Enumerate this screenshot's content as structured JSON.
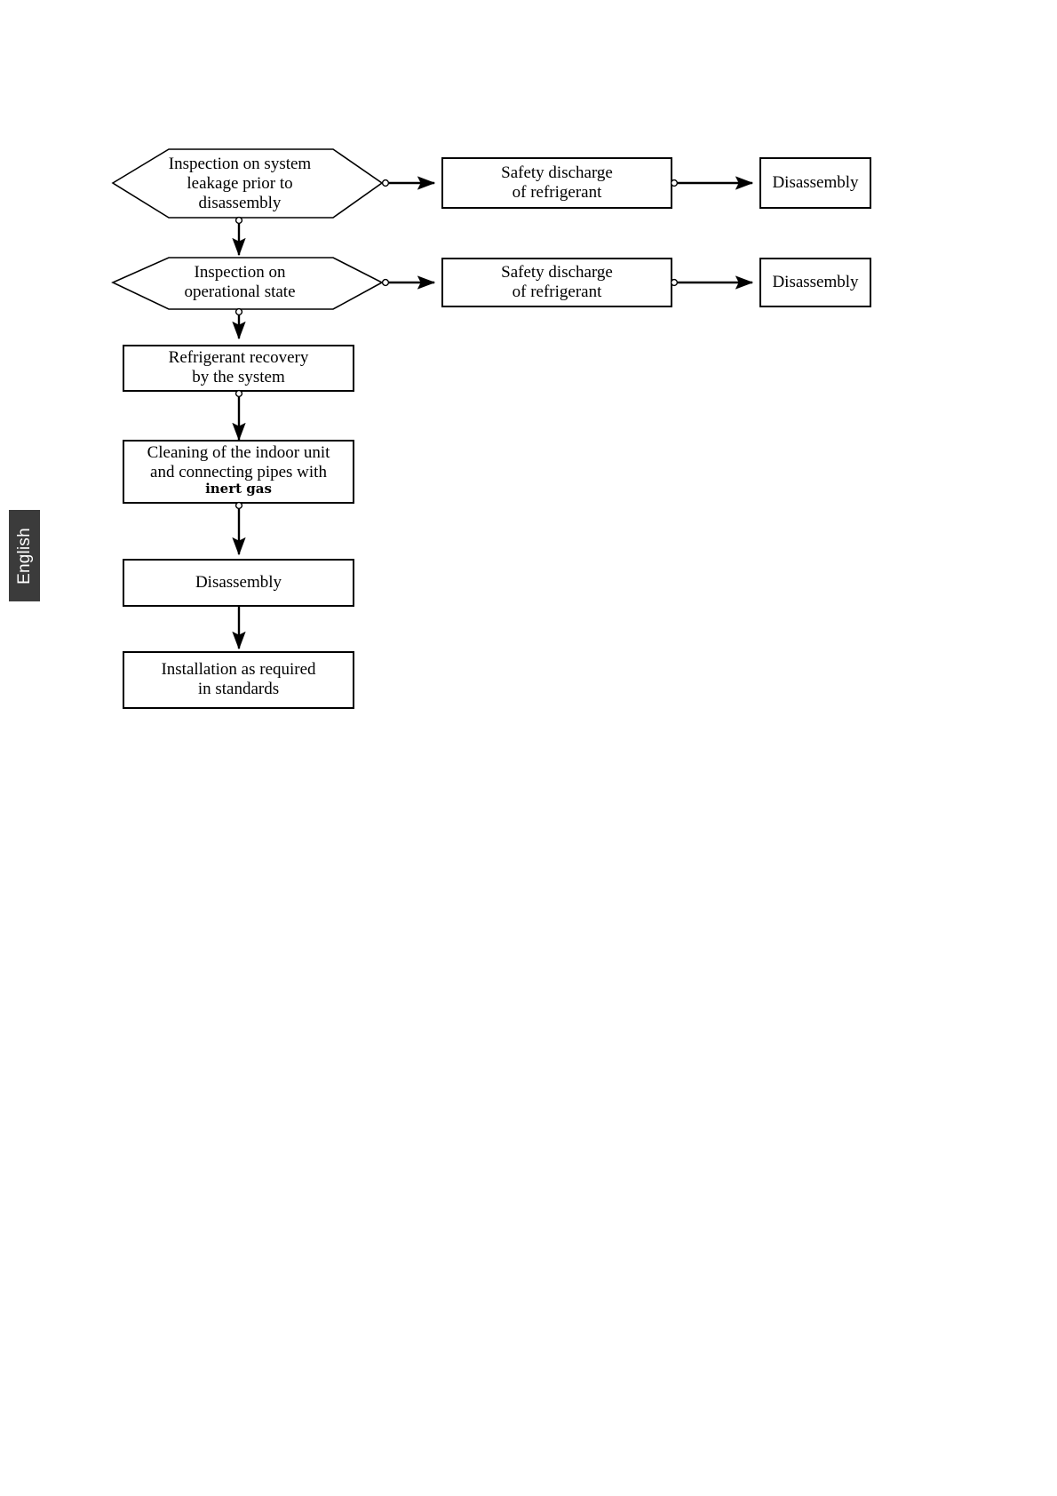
{
  "page": {
    "background_color": "#ffffff",
    "ink_color": "#000000"
  },
  "side_tab": {
    "label": "English",
    "background_color": "#3b3b3b",
    "text_color": "#ffffff",
    "orientation": "vertical"
  },
  "diagram": {
    "title": "",
    "type": "flowchart",
    "nodes": [
      {
        "id": "insp-leak",
        "shape": "hexagon",
        "text": "Inspection on system\nleakage prior to\ndisassembly"
      },
      {
        "id": "safety-discharge-1",
        "shape": "rectangle",
        "text": "Safety discharge\nof refrigerant"
      },
      {
        "id": "disassembly-1",
        "shape": "rectangle",
        "text": "Disassembly"
      },
      {
        "id": "insp-operational",
        "shape": "hexagon",
        "text": "Inspection on\noperational state"
      },
      {
        "id": "safety-discharge-2",
        "shape": "rectangle",
        "text": "Safety discharge\nof refrigerant"
      },
      {
        "id": "disassembly-2",
        "shape": "rectangle",
        "text": "Disassembly"
      },
      {
        "id": "refrigerant-recovery",
        "shape": "rectangle",
        "text": "Refrigerant recovery\nby the system"
      },
      {
        "id": "cleaning",
        "shape": "rectangle",
        "text": "Cleaning of the indoor unit\nand connecting pipes with",
        "text_extra": "inert gas"
      },
      {
        "id": "disassembly-main",
        "shape": "rectangle",
        "text": "Disassembly"
      },
      {
        "id": "installation",
        "shape": "rectangle",
        "text": "Installation as required\nin standards"
      }
    ],
    "edges": [
      {
        "from": "insp-leak",
        "to": "safety-discharge-1",
        "direction": "right"
      },
      {
        "from": "safety-discharge-1",
        "to": "disassembly-1",
        "direction": "right"
      },
      {
        "from": "insp-leak",
        "to": "insp-operational",
        "direction": "down"
      },
      {
        "from": "insp-operational",
        "to": "safety-discharge-2",
        "direction": "right"
      },
      {
        "from": "safety-discharge-2",
        "to": "disassembly-2",
        "direction": "right"
      },
      {
        "from": "insp-operational",
        "to": "refrigerant-recovery",
        "direction": "down"
      },
      {
        "from": "refrigerant-recovery",
        "to": "cleaning",
        "direction": "down"
      },
      {
        "from": "cleaning",
        "to": "disassembly-main",
        "direction": "down"
      },
      {
        "from": "disassembly-main",
        "to": "installation",
        "direction": "down"
      }
    ]
  }
}
